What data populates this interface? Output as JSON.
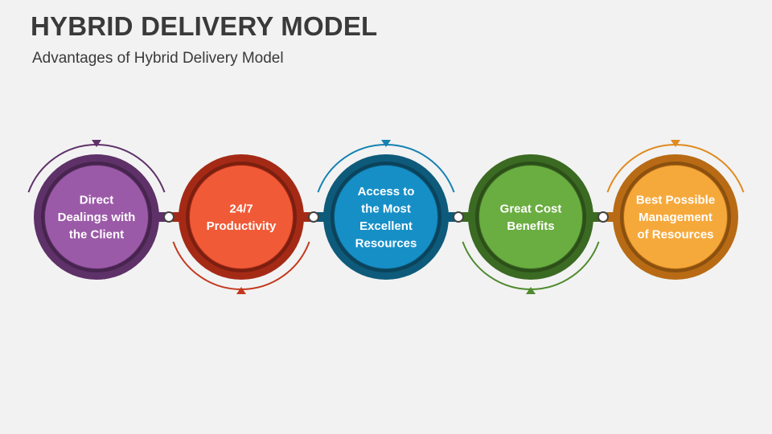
{
  "title": "HYBRID DELIVERY MODEL",
  "subtitle": "Advantages of Hybrid Delivery Model",
  "nodes": [
    {
      "lines": [
        "Direct",
        "Dealings with",
        "the Client"
      ],
      "inner": "#9b5aa8",
      "ring": "#5e3168",
      "arc": "#5e3168",
      "arc_side": "top"
    },
    {
      "lines": [
        "24/7",
        "Productivity"
      ],
      "inner": "#f05a37",
      "ring": "#a52a16",
      "arc": "#c3381d",
      "arc_side": "bottom"
    },
    {
      "lines": [
        "Access to",
        "the Most",
        "Excellent",
        "Resources"
      ],
      "inner": "#168fc7",
      "ring": "#0e5a7a",
      "arc": "#1582b2",
      "arc_side": "top"
    },
    {
      "lines": [
        "Great Cost",
        "Benefits"
      ],
      "inner": "#6aad41",
      "ring": "#3b6a22",
      "arc": "#4e8a2d",
      "arc_side": "bottom"
    },
    {
      "lines": [
        "Best Possible",
        "Management",
        "of Resources"
      ],
      "inner": "#f6a93b",
      "ring": "#b86b14",
      "arc": "#e08a1f",
      "arc_side": "top"
    }
  ]
}
